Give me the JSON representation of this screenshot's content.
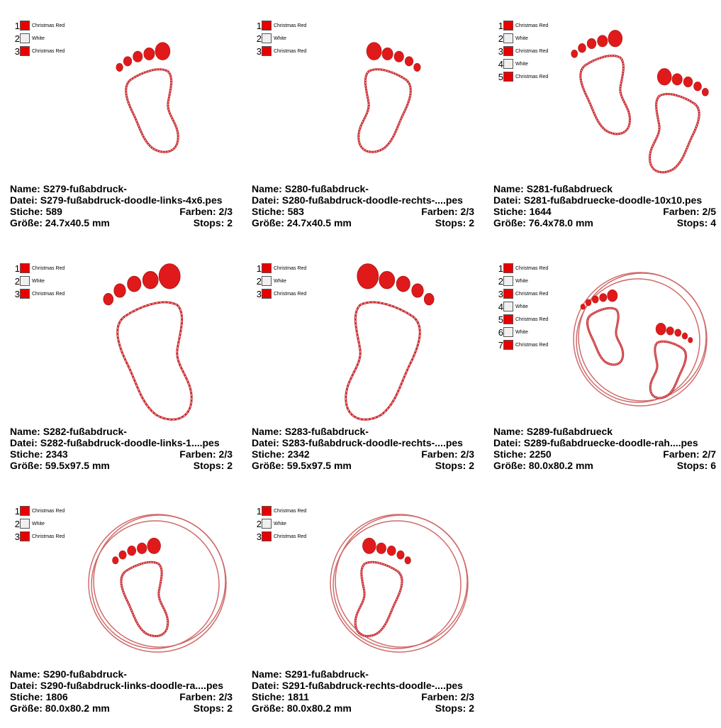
{
  "colors": {
    "Christmas Red": "#e80000",
    "White": "#f0f0f0",
    "thread": "#c8282c"
  },
  "labels": {
    "name": "Name:",
    "file": "Datei:",
    "stitches": "Stiche:",
    "colors": "Farben:",
    "size": "Größe:",
    "stops": "Stops:"
  },
  "designs": [
    {
      "name": "S279-fußabdruck-",
      "file": "S279-fußabdruck-doodle-links-4x6.pes",
      "stitches": "589",
      "colors": "2/3",
      "size": "24.7x40.5 mm",
      "stops": "2",
      "threads": [
        {
          "n": "1",
          "name": "Christmas Red"
        },
        {
          "n": "2",
          "name": "White"
        },
        {
          "n": "3",
          "name": "Christmas Red"
        }
      ]
    },
    {
      "name": "S280-fußabdruck-",
      "file": "S280-fußabdruck-doodle-rechts-....pes",
      "stitches": "583",
      "colors": "2/3",
      "size": "24.7x40.5 mm",
      "stops": "2",
      "threads": [
        {
          "n": "1",
          "name": "Christmas Red"
        },
        {
          "n": "2",
          "name": "White"
        },
        {
          "n": "3",
          "name": "Christmas Red"
        }
      ]
    },
    {
      "name": "S281-fußabdrueck",
      "file": "S281-fußabdruecke-doodle-10x10.pes",
      "stitches": "1644",
      "colors": "2/5",
      "size": "76.4x78.0 mm",
      "stops": "4",
      "threads": [
        {
          "n": "1",
          "name": "Christmas Red"
        },
        {
          "n": "2",
          "name": "White"
        },
        {
          "n": "3",
          "name": "Christmas Red"
        },
        {
          "n": "4",
          "name": "White"
        },
        {
          "n": "5",
          "name": "Christmas Red"
        }
      ]
    },
    {
      "name": "S282-fußabdruck-",
      "file": "S282-fußabdruck-doodle-links-1....pes",
      "stitches": "2343",
      "colors": "2/3",
      "size": "59.5x97.5 mm",
      "stops": "2",
      "threads": [
        {
          "n": "1",
          "name": "Christmas Red"
        },
        {
          "n": "2",
          "name": "White"
        },
        {
          "n": "3",
          "name": "Christmas Red"
        }
      ]
    },
    {
      "name": "S283-fußabdruck-",
      "file": "S283-fußabdruck-doodle-rechts-....pes",
      "stitches": "2342",
      "colors": "2/3",
      "size": "59.5x97.5 mm",
      "stops": "2",
      "threads": [
        {
          "n": "1",
          "name": "Christmas Red"
        },
        {
          "n": "2",
          "name": "White"
        },
        {
          "n": "3",
          "name": "Christmas Red"
        }
      ]
    },
    {
      "name": "S289-fußabdrueck",
      "file": "S289-fußabdruecke-doodle-rah....pes",
      "stitches": "2250",
      "colors": "2/7",
      "size": "80.0x80.2 mm",
      "stops": "6",
      "threads": [
        {
          "n": "1",
          "name": "Christmas Red"
        },
        {
          "n": "2",
          "name": "White"
        },
        {
          "n": "3",
          "name": "Christmas Red"
        },
        {
          "n": "4",
          "name": "White"
        },
        {
          "n": "5",
          "name": "Christmas Red"
        },
        {
          "n": "6",
          "name": "White"
        },
        {
          "n": "7",
          "name": "Christmas Red"
        }
      ]
    },
    {
      "name": "S290-fußabdruck-",
      "file": "S290-fußabdruck-links-doodle-ra....pes",
      "stitches": "1806",
      "colors": "2/3",
      "size": "80.0x80.2 mm",
      "stops": "2",
      "threads": [
        {
          "n": "1",
          "name": "Christmas Red"
        },
        {
          "n": "2",
          "name": "White"
        },
        {
          "n": "3",
          "name": "Christmas Red"
        }
      ]
    },
    {
      "name": "S291-fußabdruck-",
      "file": "S291-fußabdruck-rechts-doodle-....pes",
      "stitches": "1811",
      "colors": "2/3",
      "size": "80.0x80.2 mm",
      "stops": "2",
      "threads": [
        {
          "n": "1",
          "name": "Christmas Red"
        },
        {
          "n": "2",
          "name": "White"
        },
        {
          "n": "3",
          "name": "Christmas Red"
        }
      ]
    }
  ]
}
